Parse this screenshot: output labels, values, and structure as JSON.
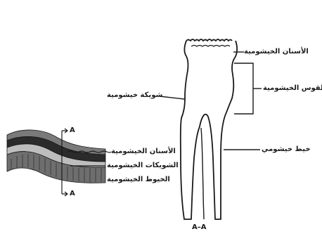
{
  "colors": {
    "ink": "#1a1a1a",
    "background": "#ffffff",
    "section_dark": "#2b2b2b",
    "section_mid": "#6e6e6e",
    "section_light": "#bdbdbd"
  },
  "diagram": {
    "tooth_labels": {
      "teeth_top": "الأسنان الخيشومية",
      "arch": "القوس الخيشومية",
      "spine": "شويكة خيشومية",
      "filament": "خيط خيشومي"
    },
    "section_labels": {
      "teeth": "الأسنان الخيشومية",
      "spines": "الشويكات الخيشومية",
      "filaments": "الخيوط الخيشومية"
    },
    "section_marks": {
      "top": "A",
      "bottom": "A"
    },
    "section_caption": "A–A"
  }
}
